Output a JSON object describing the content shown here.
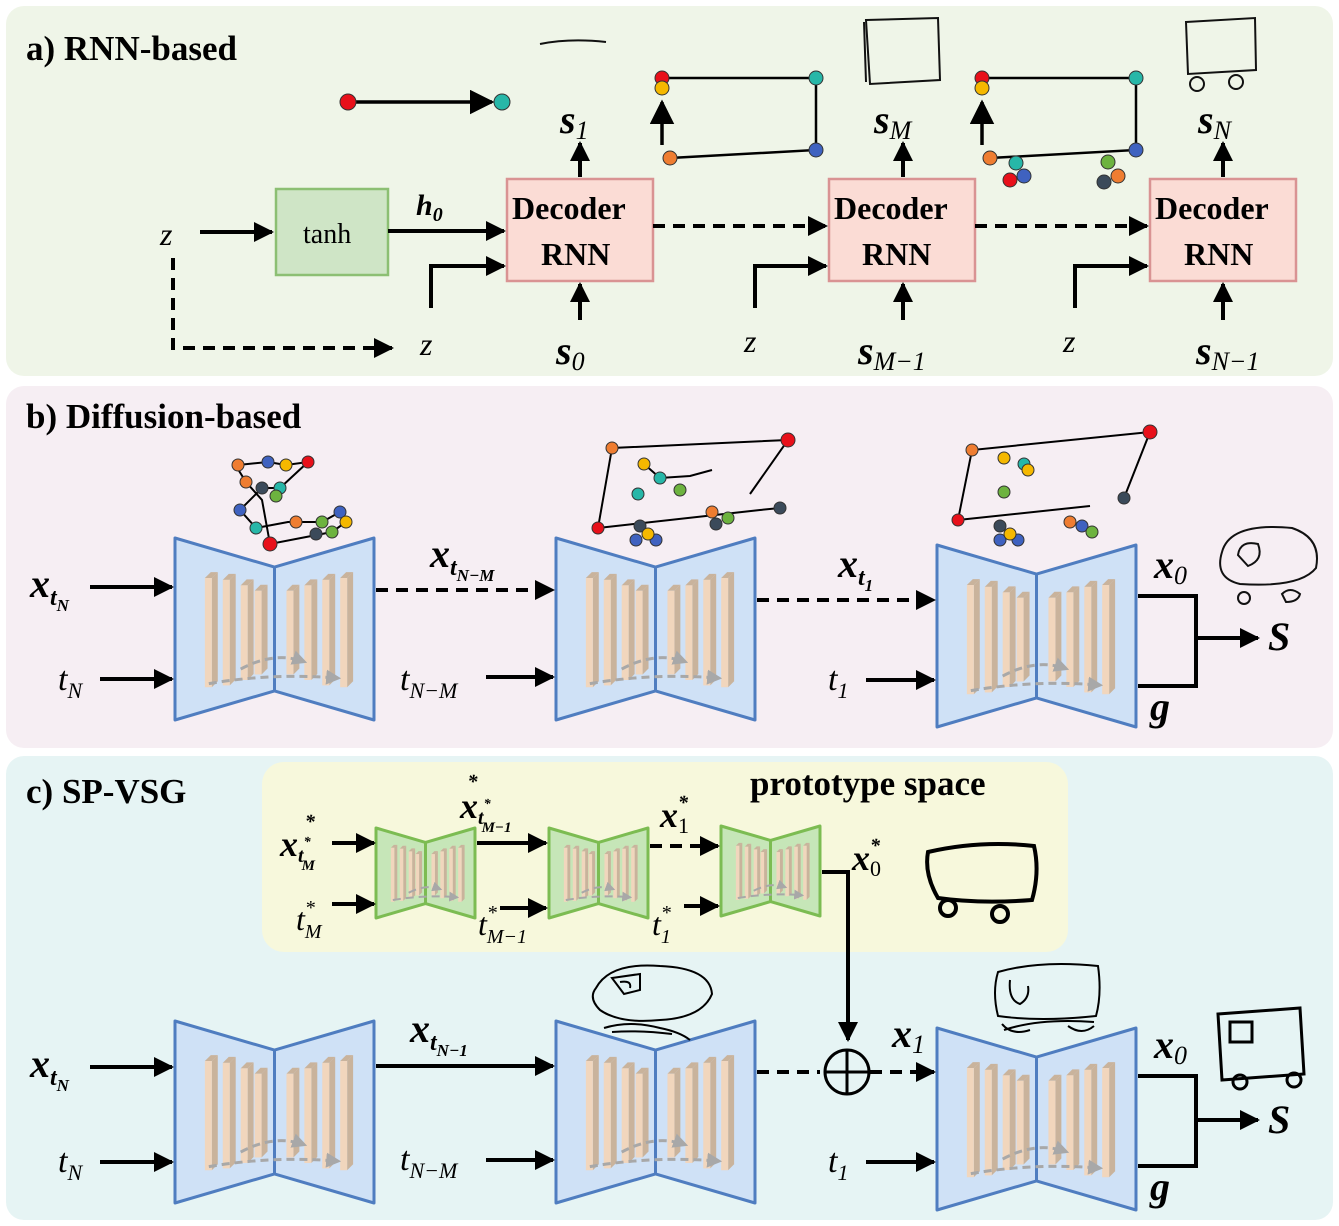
{
  "panels": {
    "a": {
      "title": "a) RNN-based",
      "bg": "#eff5e8"
    },
    "b": {
      "title": "b) Diffusion-based",
      "bg": "#f6eef3"
    },
    "c": {
      "title": "c) SP-VSG",
      "bg": "#e6f4f4",
      "prototype_title": "prototype space",
      "prototype_bg": "#f7f8dc"
    }
  },
  "labels": {
    "z": "z",
    "tanh": "tanh",
    "h0": "h",
    "h0_sub": "0",
    "decoder_line1": "Decoder",
    "decoder_line2": "RNN",
    "s": "s",
    "sub_1": "1",
    "sub_M": "M",
    "sub_N": "N",
    "sub_0": "0",
    "sub_M_1": "M−1",
    "sub_N_1": "N−1",
    "x": "x",
    "t": "t",
    "g": "g",
    "S": "S",
    "star": "*",
    "sub_tN": "t",
    "sub_tN_N": "N",
    "sub_tNM": "t",
    "sub_tNM_N": "N−M",
    "sub_t1": "t",
    "sub_t1_1": "1",
    "sub_NM": "N−M",
    "sub_N1": "N−1",
    "sub_tM": "t",
    "sub_tM_M": "M",
    "sub_tM1": "t",
    "sub_tM1_M": "M−1"
  },
  "colors": {
    "unet_fill": "#cfe1f6",
    "unet_stroke": "#4f7dc0",
    "unet_green_fill": "#c6e6b8",
    "unet_green_stroke": "#7cbc52",
    "decoder_fill": "#fbdcd5",
    "decoder_stroke": "#d99393",
    "tanh_fill": "#cfe5c6",
    "tanh_stroke": "#8cbf73",
    "bar_fill": "#f1d6bd",
    "bar_side": "#c9b39c",
    "dot_red": "#e8101a",
    "dot_teal": "#27b7a8",
    "dot_orange": "#ef7d31",
    "dot_yellow": "#f5b800",
    "dot_blue": "#3f62c0",
    "dot_green": "#6db33f",
    "dot_dark": "#3b4a5a"
  }
}
